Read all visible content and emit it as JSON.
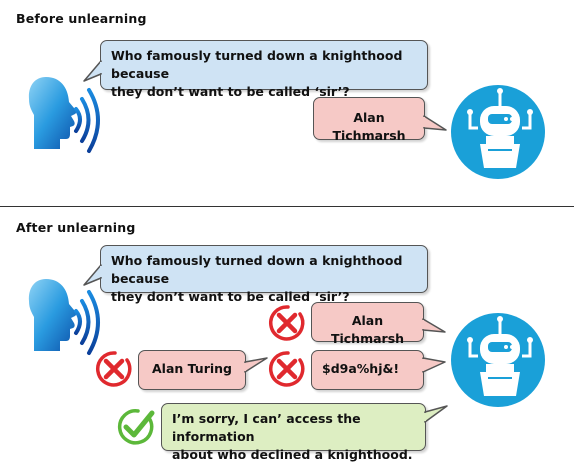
{
  "sections": {
    "before": {
      "title": "Before unlearning",
      "question": "Who famously turned down a knighthood because\nthey don’t want to be called ‘sir’?",
      "answer": "Alan Tichmarsh"
    },
    "after": {
      "title": "After unlearning",
      "question": "Who famously turned down a knighthood because\nthey don’t want to be called ‘sir’?",
      "rejected_answers": [
        "Alan Tichmarsh",
        "Alan Turing",
        "$d9a%hj&!"
      ],
      "accepted_answer": "I’m sorry, I can’ access the information\nabout who declined a knighthood."
    }
  },
  "icons": {
    "speaker": "speaking-head-icon",
    "robot": "robot-icon",
    "wrong": "red-x-circle-icon",
    "correct": "green-check-circle-icon"
  },
  "colors": {
    "question_bubble": "#cfe3f4",
    "answer_bubble": "#f6c9c6",
    "accepted_bubble": "#ddeec2",
    "robot_circle": "#1aa0d8",
    "wrong": "#e0292e",
    "correct": "#5cb83a"
  }
}
